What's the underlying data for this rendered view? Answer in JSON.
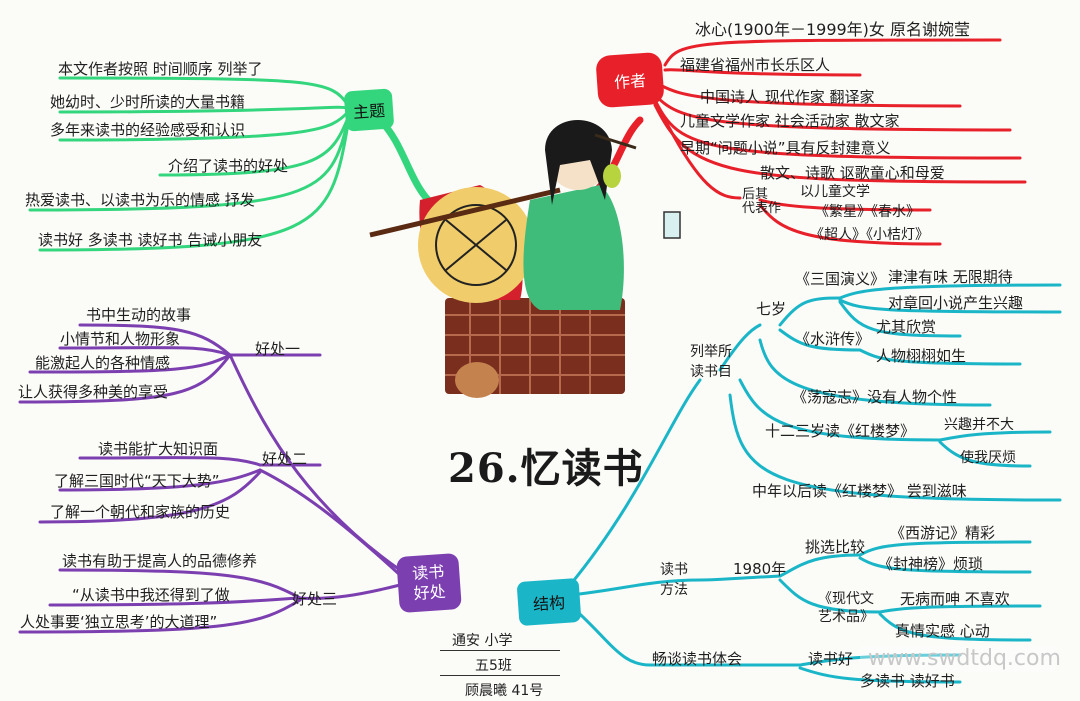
{
  "title": "26.忆读书",
  "colors": {
    "author": "#e8202a",
    "theme": "#33d67d",
    "benefit": "#7c3fb0",
    "structure": "#1ab6c8"
  },
  "author_branch": {
    "label": "作者",
    "lines": [
      "冰心(1900年－1999年)女  原名谢婉莹",
      "福建省福州市长乐区人",
      "中国诗人  现代作家  翻译家",
      "儿童文学作家  社会活动家  散文家",
      "早期“问题小说”具有反封建意义",
      "散文、诗歌  讴歌童心和母爱"
    ],
    "works_label": "后其\n代表作",
    "works": [
      "以儿童文学",
      "《繁星》《春水》",
      "《超人》《小桔灯》"
    ]
  },
  "theme_branch": {
    "label": "主题",
    "lines": [
      "本文作者按照  时间顺序  列举了",
      "她幼时、少时所读的大量书籍",
      "多年来读书的经验感受和认识",
      "介绍了读书的好处",
      "热爱读书、以读书为乐的情感  抒发",
      "读书好  多读书  读好书  告诫小朋友"
    ]
  },
  "benefit_branch": {
    "label": "读书\n好处",
    "benefit1": {
      "label": "好处一",
      "items": [
        "书中生动的故事",
        "小情节和人物形象",
        "能激起人的各种情感",
        "让人获得多种美的享受"
      ]
    },
    "benefit2": {
      "label": "好处二",
      "items": [
        "读书能扩大知识面",
        "了解三国时代“天下大势”",
        "了解一个朝代和家族的历史"
      ]
    },
    "benefit3": {
      "label": "好处三",
      "items": [
        "读书有助于提高人的品德修养",
        "“从读书中我还得到了做",
        "人处事要‘独立思考’的大道理”"
      ]
    }
  },
  "structure_branch": {
    "label": "结构",
    "list_label": "列举所\n读书目",
    "age7": "七岁",
    "sanguo": "《三国演义》",
    "sanguo_items": [
      "津津有味  无限期待",
      "对章回小说产生兴趣",
      "尤其欣赏"
    ],
    "shuihu": "《水浒传》",
    "shuihu_item": "人物栩栩如生",
    "dangkou": "《荡寇志》没有人物个性",
    "hongloumeng": "十二三岁读《红楼梦》",
    "hlm_items": [
      "兴趣并不大",
      "使我厌烦"
    ],
    "middle_age": "中年以后读《红楼梦》  尝到滋味",
    "method_label": "读书\n方法",
    "year": "1980年",
    "choose": "挑选比较",
    "choose_items": [
      "《西游记》精彩",
      "《封神榜》烦琐"
    ],
    "modern": "《现代文\n艺术品》",
    "modern_items": [
      "无病而呻  不喜欢",
      "真情实感  心动"
    ],
    "talk": "畅谈读书体会",
    "talk_items": [
      "读书好",
      "多读书  读好书"
    ]
  },
  "credit": [
    "通安  小学",
    "五5班",
    "顾晨曦  41号"
  ],
  "watermark": "www.swdtdq.com"
}
